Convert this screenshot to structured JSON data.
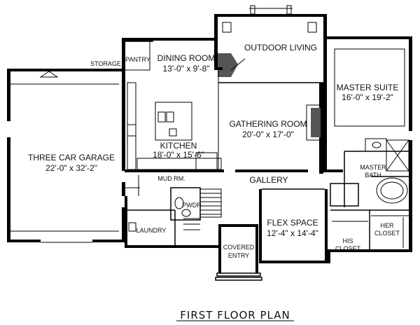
{
  "rooms": {
    "outdoor_living": {
      "name": "OUTDOOR LIVING"
    },
    "dining_room": {
      "name": "DINING ROOM",
      "size": "13'-0\" x 9'-8\""
    },
    "pantry": {
      "name": "PANTRY"
    },
    "storage": {
      "name": "STORAGE"
    },
    "master_suite": {
      "name": "MASTER SUITE",
      "size": "16'-0\" x 19'-2\""
    },
    "gathering_room": {
      "name": "GATHERING ROOM",
      "size": "20'-0\" x 17'-0\""
    },
    "kitchen": {
      "name": "KITCHEN",
      "size": "18'-0\" x 15'-6\""
    },
    "garage": {
      "name": "THREE CAR GARAGE",
      "size": "22'-0\" x 32'-2\""
    },
    "master_bath": {
      "name_line1": "MASTER",
      "name_line2": "BATH"
    },
    "mud_room": {
      "name": "MUD RM."
    },
    "gallery": {
      "name": "GALLERY"
    },
    "powder": {
      "name": "PWDR"
    },
    "laundry": {
      "name": "LAUNDRY"
    },
    "flex_space": {
      "name": "FLEX SPACE",
      "size": "12'-4\" x 14'-4\""
    },
    "covered_entry": {
      "name_line1": "COVERED",
      "name_line2": "ENTRY"
    },
    "his_closet": {
      "name_line1": "HIS",
      "name_line2": "CLOSET"
    },
    "her_closet": {
      "name_line1": "HER",
      "name_line2": "CLOSET"
    }
  },
  "plan_title": "FIRST FLOOR PLAN"
}
